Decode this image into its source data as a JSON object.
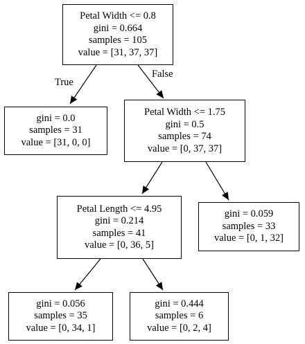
{
  "nodes": [
    {
      "id": "root",
      "condition": "Petal Width <= 0.8",
      "gini": "gini = 0.664",
      "samples": "samples = 105",
      "value": "value = [31, 37, 37]"
    },
    {
      "id": "left-leaf",
      "condition": "",
      "gini": "gini = 0.0",
      "samples": "samples = 31",
      "value": "value = [31, 0, 0]"
    },
    {
      "id": "right-split",
      "condition": "Petal Width <= 1.75",
      "gini": "gini = 0.5",
      "samples": "samples = 74",
      "value": "value = [0, 37, 37]"
    },
    {
      "id": "petal-length-split",
      "condition": "Petal Length <= 4.95",
      "gini": "gini = 0.214",
      "samples": "samples = 41",
      "value": "value = [0, 36, 5]"
    },
    {
      "id": "right-leaf",
      "condition": "",
      "gini": "gini = 0.059",
      "samples": "samples = 33",
      "value": "value = [0, 1, 32]"
    },
    {
      "id": "bottom-left-leaf",
      "condition": "",
      "gini": "gini = 0.056",
      "samples": "samples = 35",
      "value": "value = [0, 34, 1]"
    },
    {
      "id": "bottom-right-leaf",
      "condition": "",
      "gini": "gini = 0.444",
      "samples": "samples = 6",
      "value": "value = [0, 2, 4]"
    }
  ],
  "edge_labels": {
    "true_label": "True",
    "false_label": "False"
  },
  "colors": {
    "line": "#000000",
    "node_border": "#000000",
    "background": "#ffffff"
  }
}
